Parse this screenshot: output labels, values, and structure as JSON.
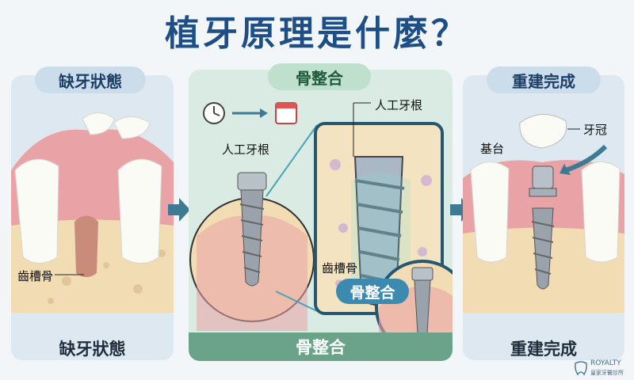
{
  "title": "植牙原理是什麼？",
  "panels": {
    "missing": {
      "header": "缺牙狀態",
      "footer": "缺牙狀態",
      "bone_label": "齒槽骨"
    },
    "osseo": {
      "header": "骨整合",
      "footer": "骨整合",
      "implant_label": "人工牙根",
      "zoom_implant_label": "人工牙根",
      "zoom_bone_label": "齒槽骨",
      "zoom_badge": "骨整合"
    },
    "rebuild": {
      "header": "重建完成",
      "footer": "重建完成",
      "crown_label": "牙冠",
      "abutment_label": "基台"
    }
  },
  "brand": {
    "name": "ROYALTY",
    "sub": "皇家牙醫診所"
  },
  "colors": {
    "title": "#1d4f86",
    "panel_blue": "#dde8f1",
    "panel_green": "#d9ebe2",
    "gum": "#e9a3a6",
    "bone": "#f2dcb3",
    "metal": "#9aa3ab"
  }
}
